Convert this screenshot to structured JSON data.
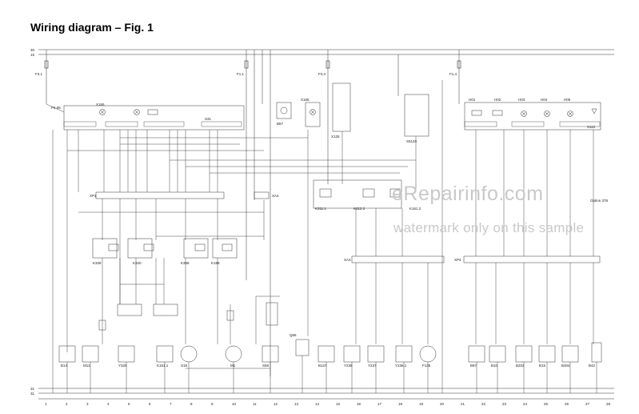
{
  "title": "Wiring diagram – Fig. 1",
  "watermark": {
    "line1": "eRepairinfo.com",
    "line2": "watermark only on this sample"
  },
  "rails": {
    "top": [
      "30",
      "15"
    ],
    "bottom": [
      "31",
      "31"
    ]
  },
  "fuses": [
    "F3.1",
    "F1.1",
    "F3.3",
    "F1.4"
  ],
  "relays": [
    "K328",
    "K320",
    "K358",
    "K186",
    "K311.1",
    "K312.2",
    "K161.2"
  ],
  "connectors": [
    "XP1",
    "XA2",
    "XA3",
    "XP4"
  ],
  "top_components": [
    "P4.05",
    "X165",
    "S31",
    "B57",
    "X165",
    "X125",
    "S5120",
    "H01",
    "H02",
    "H03",
    "H04",
    "H05",
    "X112"
  ],
  "bottom_components": [
    "B14",
    "M12",
    "Y320",
    "K161.1",
    "S18",
    "M1",
    "S58",
    "Q66",
    "B127",
    "Y235",
    "Y237",
    "Y236.1",
    "F135",
    "B97",
    "B10",
    "B202",
    "B15",
    "B304",
    "B42"
  ],
  "column_numbers": [
    "1",
    "2",
    "3",
    "4",
    "5",
    "6",
    "7",
    "8",
    "9",
    "10",
    "11",
    "12",
    "13",
    "14",
    "15",
    "16",
    "17",
    "18",
    "19",
    "20",
    "21",
    "22",
    "23",
    "24",
    "25",
    "26",
    "27",
    "28"
  ],
  "options_label": "Option 378"
}
